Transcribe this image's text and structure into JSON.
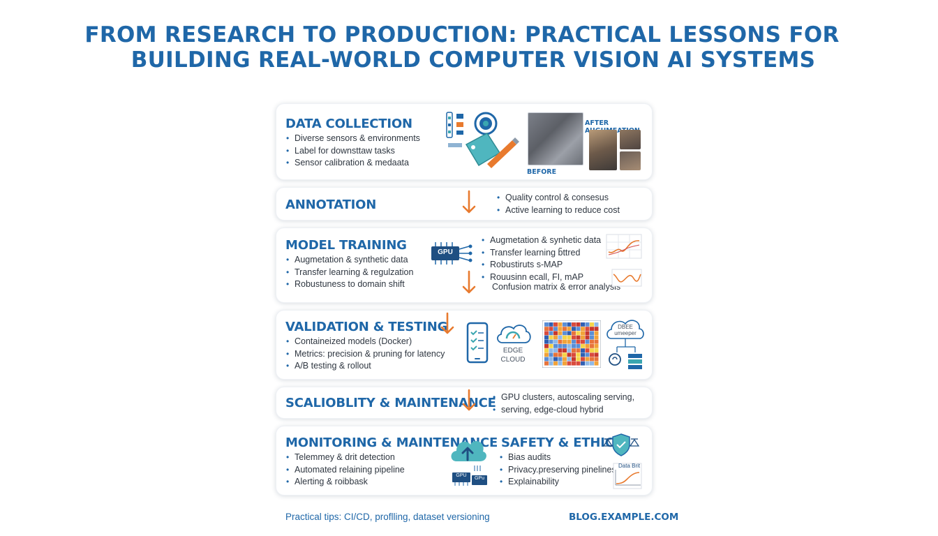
{
  "title": {
    "line1": "FROM RESEARCH TO PRODUCTION: PRACTICAL LESSONS FOR",
    "line2": "BUILDING REAL-WORLD COMPUTER VISION AI SYSTEMS"
  },
  "data_collection": {
    "heading": "DATA COLLECTION",
    "bullets": [
      "Diverse sensors & environments",
      "Label for downsttaw tasks",
      "Sensor calibration & medaata"
    ],
    "after_label": "AFTER AUGUMEATION",
    "before_label": "BEFORE"
  },
  "annotation": {
    "heading": "ANNOTATION",
    "bullets": [
      "Quality control & consesus",
      "Active learning to reduce cost"
    ]
  },
  "model_training": {
    "heading": "MODEL TRAINING",
    "bullets": [
      "Augmetation & synthetic data",
      "Transfer learning & regulzation",
      "Robustuness to domain shift"
    ],
    "chip_label": "GPU",
    "right_bullets": [
      "Augmetation & synhetic data",
      "Transfer learning b̃ttred",
      "Robustiruts s-MAP",
      "Rouusinn  ecall, FI, mAP"
    ],
    "right_extra": "Confusion matrix & error analysis"
  },
  "validation": {
    "heading": "VALIDATION & TESTING",
    "bullets": [
      "Containeized models (Docker)",
      "Metrics: precision & pruning for latency",
      "A/B testing & rollout"
    ],
    "edge_label": "EDGE",
    "cloud_label": "CLOUD",
    "cloud2_label_1": "DBEE",
    "cloud2_label_2": "umeeper"
  },
  "scalability": {
    "heading": "SCALIOBLITY & MAINTENANCE",
    "bullets": [
      "GPU clusters, autoscaling serving,",
      "serving, edge-cloud hybrid"
    ]
  },
  "monitoring": {
    "heading": "MONITORING & MAINTENANCE",
    "bullets": [
      "Telemmey & drit detection",
      "Automated relaining pipeline",
      "Alerting & roibbask"
    ],
    "chip1": "GPU",
    "chip2": "GPu"
  },
  "safety": {
    "heading": "SAFETY & ETHICS",
    "bullets": [
      "Bias audits",
      "Privacy.preserving pinelines",
      "Explainability"
    ],
    "chart_label": "Data Brit"
  },
  "footer": {
    "tips": "Practical tips: CI/CD, proflling, dataset versioning",
    "site": "BLOG.EXAMPLE.COM"
  },
  "colors": {
    "brand_blue": "#1f67a8",
    "teal": "#3aa6b0",
    "orange": "#e87a2e"
  }
}
